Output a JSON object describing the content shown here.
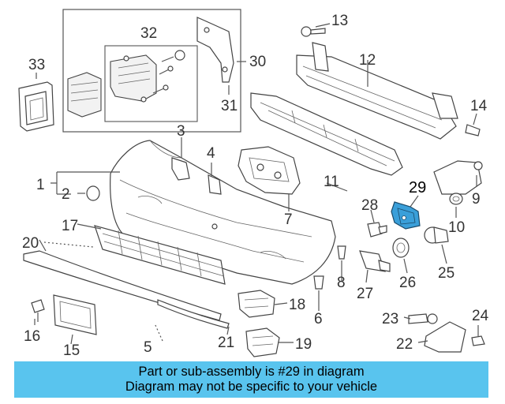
{
  "diagram": {
    "highlighted_part": "29",
    "highlight_color": "#3a9fd9",
    "callouts": [
      "1",
      "2",
      "3",
      "4",
      "5",
      "6",
      "7",
      "8",
      "9",
      "10",
      "11",
      "12",
      "13",
      "14",
      "15",
      "16",
      "17",
      "18",
      "19",
      "20",
      "21",
      "22",
      "23",
      "24",
      "25",
      "26",
      "27",
      "28",
      "29",
      "30",
      "31",
      "32",
      "33"
    ]
  },
  "banner": {
    "line1": "Part or sub-assembly is #29 in diagram",
    "line2": "Diagram may not be specific to your vehicle",
    "color": "#59c4ee"
  }
}
